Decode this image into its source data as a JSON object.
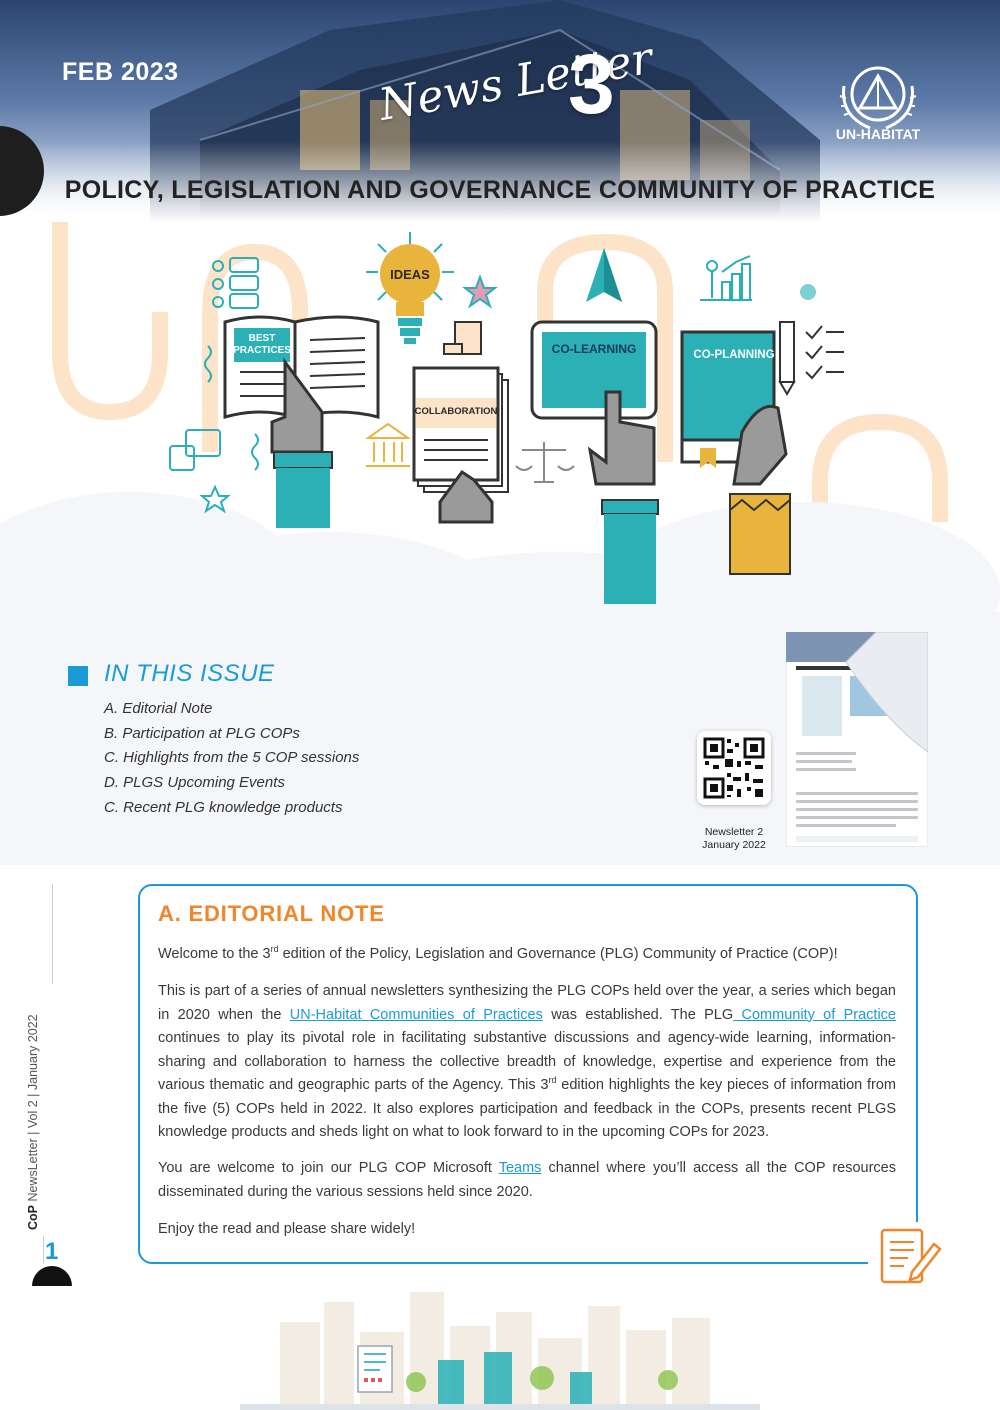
{
  "header": {
    "date": "FEB 2023",
    "newsletter_script": "News Letter",
    "newsletter_number": "3",
    "org_name": "UN-HABITAT",
    "title": "POLICY, LEGISLATION AND GOVERNANCE COMMUNITY OF PRACTICE"
  },
  "illustration": {
    "labels": {
      "best_practices_1": "BEST",
      "best_practices_2": "PRACTICES",
      "ideas": "IDEAS",
      "collaboration": "COLLABORATION",
      "co_learning": "CO-LEARNING",
      "co_planning": "CO-PLANNING"
    },
    "colors": {
      "teal": "#2ab0b5",
      "gold": "#e8b43c",
      "peach": "#fde3c8",
      "gray": "#9a9a9a"
    }
  },
  "in_this_issue": {
    "title": "IN THIS ISSUE",
    "items": [
      "A.  Editorial Note",
      "B.  Participation at PLG COPs",
      "C.  Highlights from the 5 COP sessions",
      "D.  PLGS Upcoming Events",
      "C.  Recent PLG knowledge products"
    ],
    "qr_caption_1": "Newsletter 2",
    "qr_caption_2": "January 2022"
  },
  "side_tab": {
    "brand": "CoP",
    "text": " NewsLetter | Vol 2 | January 2022",
    "page_number": "1"
  },
  "editorial": {
    "title": "A.  EDITORIAL NOTE",
    "p1_a": "Welcome to the 3",
    "p1_sup": "rd",
    "p1_b": " edition of the Policy, Legislation and Governance (PLG) Community of Practice (COP)!",
    "p2_a": "This is part of a series of annual newsletters synthesizing the PLG COPs held over the year, a series which began in 2020 when the ",
    "p2_link1": "UN-Habitat Communities of Practices",
    "p2_b": " was established. The PLG",
    "p2_link2": " Community of Practice",
    "p2_c": " continues to play its pivotal role in facilitating substantive discussions and agency-wide learning, information-sharing and collaboration to harness the collective breadth of knowledge, expertise and experience from the various thematic and geographic parts of the Agency.  This 3",
    "p2_sup": "rd",
    "p2_d": " edition highlights the key pieces of information from the five (5) COPs held in 2022. It also explores participation and feedback in the COPs, presents recent PLGS knowledge products and sheds light on what to look forward to in the upcoming COPs for 2023.",
    "p3_a": "You are welcome to join our PLG COP Microsoft ",
    "p3_link": "Teams",
    "p3_b": " channel where you’ll access all the COP resources disseminated during the various sessions held since 2020.",
    "p4": "Enjoy the read and please share widely!"
  },
  "colors": {
    "accent_blue": "#1a9bd7",
    "accent_orange": "#f0862b",
    "dark": "#232323"
  }
}
